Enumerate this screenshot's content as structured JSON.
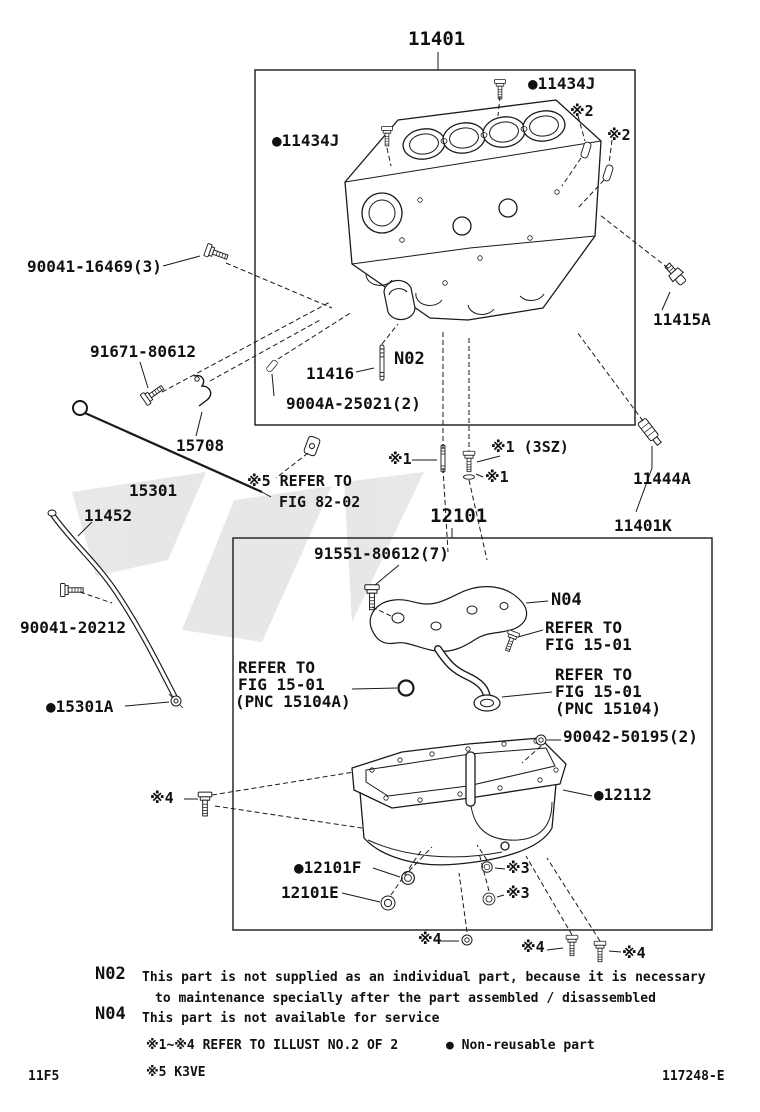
{
  "callouts": {
    "main_block": "11401",
    "b11434j_top": "●11434J",
    "rem2_a": "※2",
    "rem2_b": "※2",
    "b11434j_left": "●11434J",
    "p90041_16469": "90041-16469(3)",
    "p11415a": "11415A",
    "p91671": "91671-80612",
    "p15708": "15708",
    "p11416": "11416",
    "n02_diag": "N02",
    "p9004a": "9004A-25021(2)",
    "p15301": "15301",
    "p11452": "11452",
    "rem5_refer1": "※5 REFER TO",
    "rem5_refer2": "FIG 82-02",
    "rem1_a": "※1",
    "rem1_3sz": "※1 (3SZ)",
    "rem1_b": "※1",
    "p11444a": "11444A",
    "main_pan": "12101",
    "p11401k": "11401K",
    "p91551": "91551-80612(7)",
    "p90041_20212": "90041-20212",
    "p15301a": "●15301A",
    "n04_diag": "N04",
    "refer_r1_1": "REFER TO",
    "refer_r1_2": "FIG 15-01",
    "refer_l_1": "REFER TO",
    "refer_l_2": "FIG 15-01",
    "refer_l_3": "(PNC 15104A)",
    "refer_r2_1": "REFER TO",
    "refer_r2_2": "FIG 15-01",
    "refer_r2_3": "(PNC 15104)",
    "p90042": "90042-50195(2)",
    "p12112": "●12112",
    "rem4_a": "※4",
    "p12101f": "●12101F",
    "p12101e": "12101E",
    "rem3_a": "※3",
    "rem3_b": "※3",
    "rem4_b": "※4",
    "rem4_c": "※4",
    "rem4_d": "※4"
  },
  "notes": {
    "n02_label": "N02",
    "n02_line1": "This part is not supplied as an individual part, because it is necessary",
    "n02_line2": "to maintenance specially after the part assembled / disassembled",
    "n04_label": "N04",
    "n04_line1": "This part is not available for service",
    "refer_note": "※1~※4 REFER TO ILLUST NO.2 OF 2",
    "nonreusable_note": "● Non-reusable part",
    "rem5_note": "※5 K3VE"
  },
  "footer": {
    "left": "11F5",
    "right": "117248-E"
  }
}
